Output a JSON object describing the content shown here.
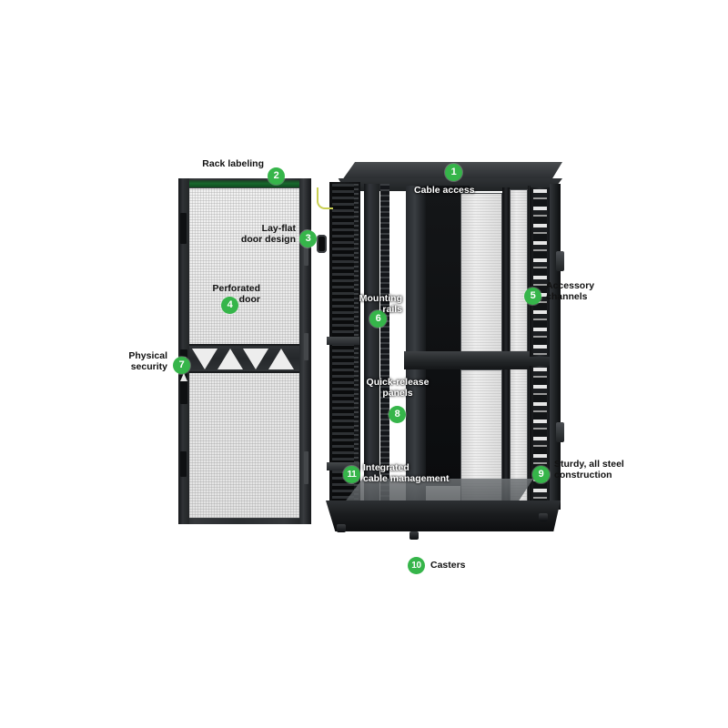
{
  "figure": {
    "subject": "Server rack callout diagram",
    "background_color": "#ffffff",
    "badge_color": "#36b54a",
    "badge_text_color": "#ffffff",
    "label_dark_color": "#111111",
    "label_light_color": "#ffffff"
  },
  "callouts": [
    {
      "number": "1",
      "label": "Cable access",
      "style": "light"
    },
    {
      "number": "2",
      "label": "Rack labeling",
      "style": "dark"
    },
    {
      "number": "3",
      "label": "Lay-flat\ndoor design",
      "style": "dark"
    },
    {
      "number": "4",
      "label": "Perforated\ndoor",
      "style": "dark"
    },
    {
      "number": "5",
      "label": "Accessory\nchannels",
      "style": "dark"
    },
    {
      "number": "6",
      "label": "Mounting\nrails",
      "style": "light"
    },
    {
      "number": "7",
      "label": "Physical\nsecurity",
      "style": "dark"
    },
    {
      "number": "8",
      "label": "Quick-release\npanels",
      "style": "light"
    },
    {
      "number": "9",
      "label": "Sturdy, all steel\nconstruction",
      "style": "dark"
    },
    {
      "number": "10",
      "label": "Casters",
      "style": "dark"
    },
    {
      "number": "11",
      "label": "Integrated\ncable management",
      "style": "light"
    }
  ]
}
